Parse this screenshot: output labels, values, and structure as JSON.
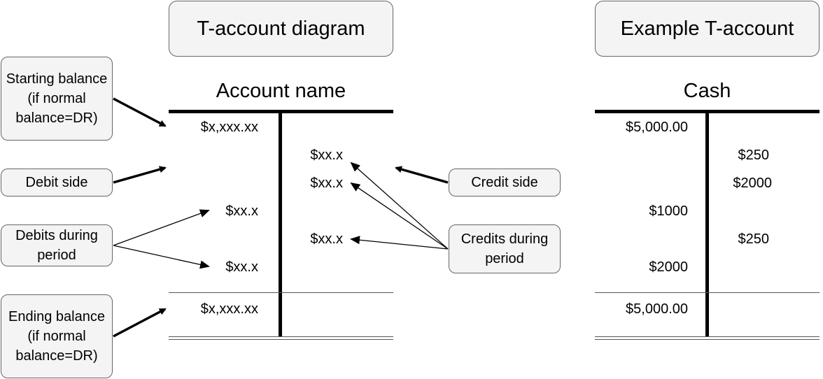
{
  "headers": {
    "diagram": "T-account diagram",
    "example": "Example T-account"
  },
  "left_account": {
    "name": "Account name",
    "starting_balance": "$x,xxx.xx",
    "credits": [
      "$xx.x",
      "$xx.x",
      "$xx.x"
    ],
    "debits": [
      "$xx.x",
      "$xx.x"
    ],
    "ending_balance": "$x,xxx.xx"
  },
  "callouts": {
    "starting_balance": "Starting balance (if normal balance=DR)",
    "debit_side": "Debit side",
    "debits_during_period": "Debits during period",
    "ending_balance": "Ending balance (if normal balance=DR)",
    "credit_side": "Credit side",
    "credits_during_period": "Credits during period"
  },
  "example_account": {
    "name": "Cash",
    "starting_balance": "$5,000.00",
    "credits": [
      "$250",
      "$2000",
      "$250"
    ],
    "debits": [
      "$1000",
      "$2000"
    ],
    "ending_balance": "$5,000.00"
  }
}
